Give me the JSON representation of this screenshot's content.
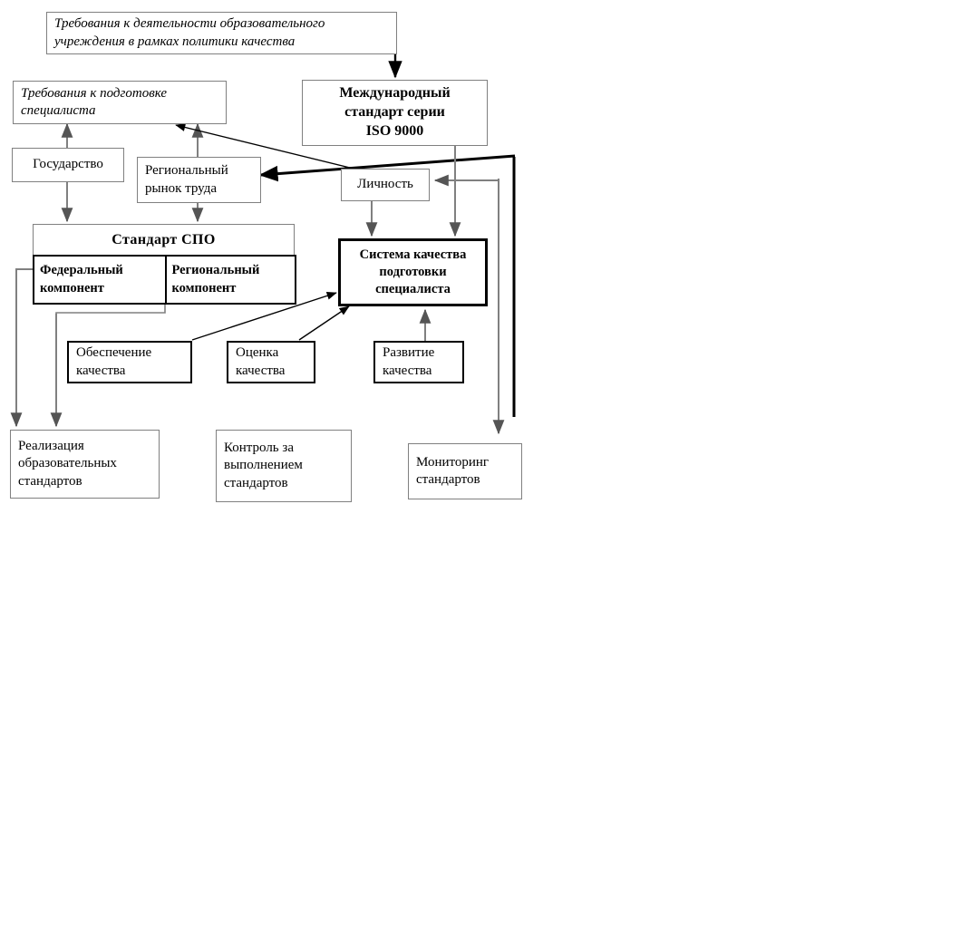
{
  "diagram": {
    "title_visible": false,
    "colors": {
      "box_border_gray": "#808080",
      "box_border_black": "#000000",
      "background": "#ffffff",
      "edge_gray": "#808080",
      "edge_black": "#000000"
    },
    "nodes": {
      "requirements_activity": {
        "line1": "Требования к деятельности образовательного",
        "line2": "учреждения в рамках политики качества"
      },
      "requirements_specialist": {
        "line1": "Требования к подготовке",
        "line2": "специалиста"
      },
      "iso_standard": {
        "line1": "Международный",
        "line2": "стандарт серии",
        "line3": "ISO 9000"
      },
      "state": {
        "line1": "Государство"
      },
      "regional_labor_market": {
        "line1": "Региональный",
        "line2": "рынок труда"
      },
      "personality": {
        "line1": "Личность"
      },
      "standard_spo": {
        "title": "Стандарт СПО",
        "federal_component": {
          "line1": "Федеральный",
          "line2": "компонент"
        },
        "regional_component": {
          "line1": "Региональный",
          "line2": "компонент"
        }
      },
      "quality_system": {
        "line1": "Система качества",
        "line2": "подготовки",
        "line3": "специалиста"
      },
      "quality_assurance": {
        "line1": "Обеспечение",
        "line2": "качества"
      },
      "quality_assessment": {
        "line1": "Оценка",
        "line2": "качества"
      },
      "quality_development": {
        "line1": "Развитие",
        "line2": "качества"
      },
      "standards_implementation": {
        "line1": "Реализация",
        "line2": "образовательных",
        "line3": "стандартов"
      },
      "standards_control": {
        "line1": "Контроль за",
        "line2": "выполнением",
        "line3": "стандартов"
      },
      "standards_monitoring": {
        "line1": "Мониторинг",
        "line2": "стандартов"
      }
    }
  }
}
